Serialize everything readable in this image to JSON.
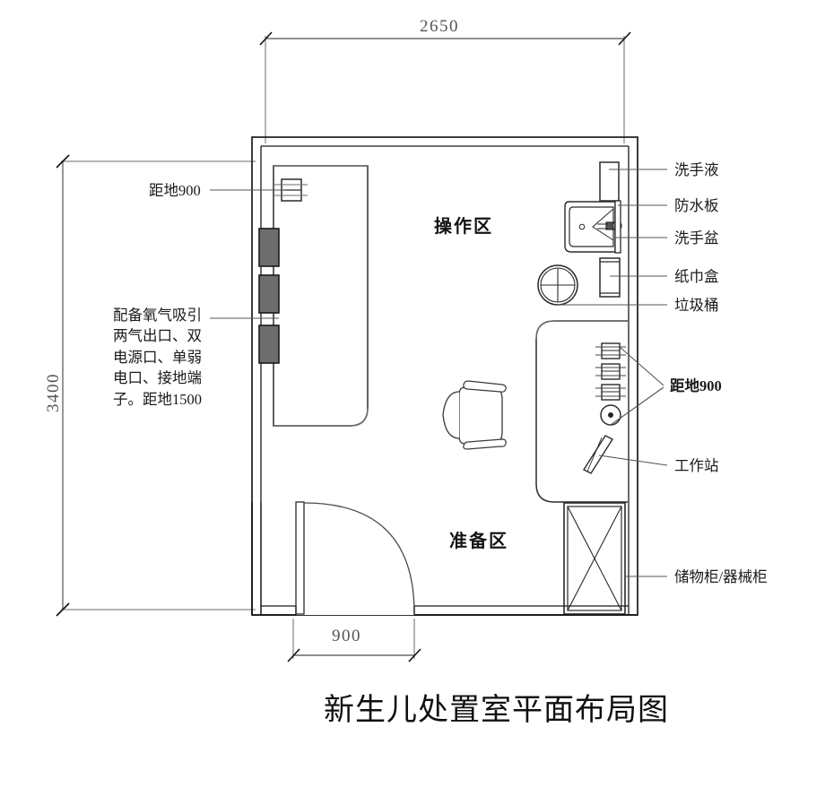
{
  "drawing": {
    "title": "新生儿处置室平面布局图",
    "zones": [
      {
        "name": "操作区"
      },
      {
        "name": "准备区"
      }
    ],
    "dimensions": {
      "top_width": "2650",
      "left_height": "3400",
      "door_width": "900"
    },
    "left_annotations": [
      {
        "label": "距地900"
      },
      {
        "label": "配备氧气吸引\n两气出口、双\n电源口、单弱\n电口、接地端\n子。距地1500"
      }
    ],
    "right_annotations": [
      {
        "label": "洗手液"
      },
      {
        "label": "防水板"
      },
      {
        "label": "洗手盆"
      },
      {
        "label": "纸巾盒"
      },
      {
        "label": "垃圾桶"
      },
      {
        "label": "距地900"
      },
      {
        "label": "工作站"
      },
      {
        "label": "储物柜/器械柜"
      }
    ],
    "colors": {
      "line": "#1a1a1a",
      "thin_line": "#6b6b6b",
      "outlet_fill": "#6e6e6e",
      "background": "#ffffff"
    }
  }
}
